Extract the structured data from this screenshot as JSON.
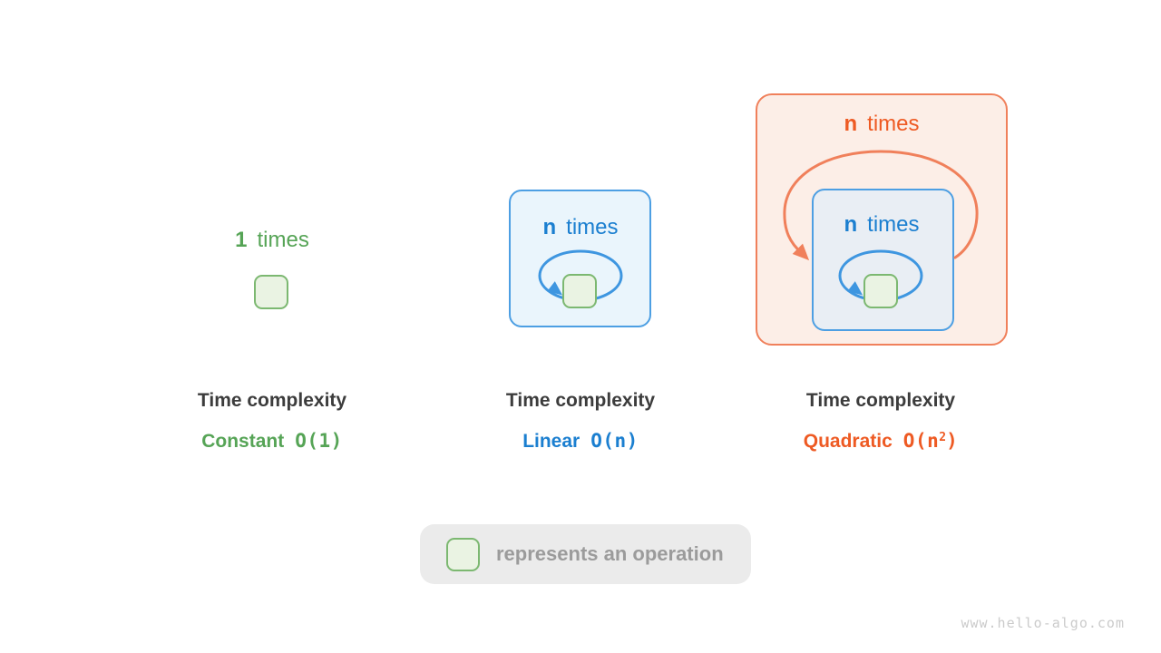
{
  "watermark": "www.hello-algo.com",
  "legend": {
    "icon": "operation-box",
    "text": "represents an operation"
  },
  "colors": {
    "green_text": "#56A456",
    "green_box_border": "#7CB871",
    "green_box_fill": "#EAF3E3",
    "blue_text": "#1B7FD0",
    "blue_border": "#4D9FE3",
    "blue_loop_stroke": "#3E96E0",
    "blue_box_fill_light": "#EAF5FC",
    "blue_box_fill_gray": "#E9EEF4",
    "orange_text": "#EE5A23",
    "orange_border": "#F0805B",
    "orange_box_fill": "#FCEEE7",
    "title_text": "#3C3C3C",
    "legend_bg": "#EBEBEB",
    "legend_text": "#9B9B9B",
    "watermark_text": "#CBCBCB"
  },
  "sections": [
    {
      "id": "constant",
      "loop": {
        "count": "1",
        "word": "times"
      },
      "title": "Time complexity",
      "complexity_name": "Constant",
      "big_o": {
        "pre": "O(1)",
        "sup": "",
        "post": ""
      }
    },
    {
      "id": "linear",
      "loop": {
        "count": "n",
        "word": "times"
      },
      "title": "Time complexity",
      "complexity_name": "Linear",
      "big_o": {
        "pre": "O(n)",
        "sup": "",
        "post": ""
      }
    },
    {
      "id": "quadratic",
      "outer_loop": {
        "count": "n",
        "word": "times"
      },
      "inner_loop": {
        "count": "n",
        "word": "times"
      },
      "title": "Time complexity",
      "complexity_name": "Quadratic",
      "big_o": {
        "pre": "O(n",
        "sup": "2",
        "post": ")"
      }
    }
  ]
}
